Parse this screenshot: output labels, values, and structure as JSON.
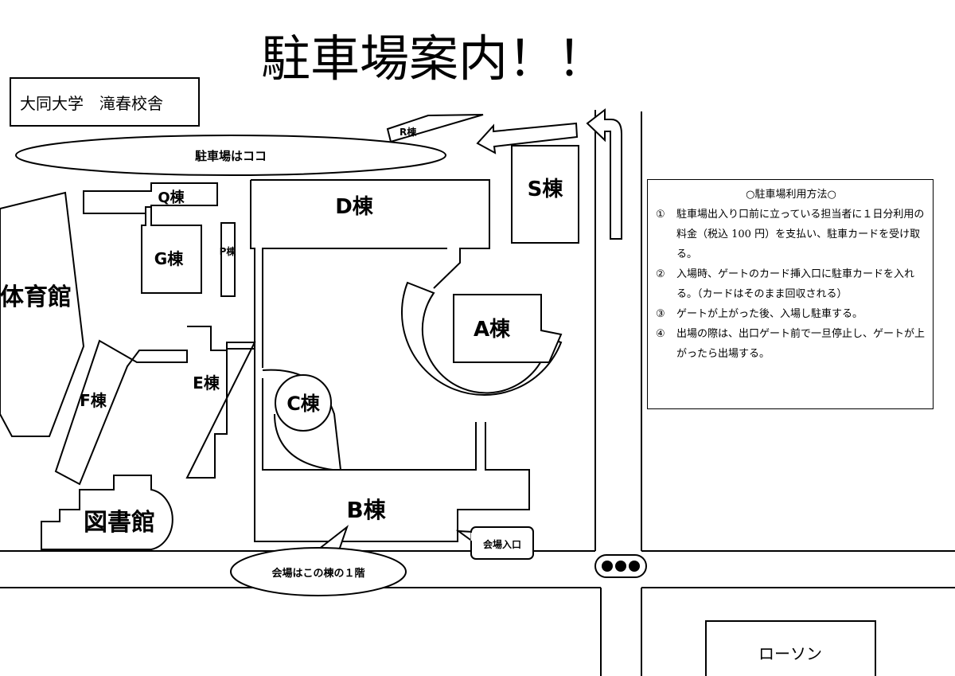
{
  "title": "駐車場案内！！",
  "school": "大同大学　滝春校舎",
  "parking_here": "駐車場はココ",
  "buildings": {
    "R": "R棟",
    "S": "S棟",
    "D": "D棟",
    "Q": "Q棟",
    "G": "G棟",
    "P": "P棟",
    "A": "A棟",
    "C": "C棟",
    "E": "E棟",
    "F": "F棟",
    "B": "B棟",
    "gym": "体育館",
    "library": "図書館",
    "lawson": "ローソン"
  },
  "callouts": {
    "venue": "会場はこの棟の１階",
    "entrance": "会場入口"
  },
  "info": {
    "title": "○駐車場利用方法○",
    "items": [
      {
        "num": "①",
        "text": "駐車場出入り口前に立っている担当者に１日分利用の料金（税込 100 円）を支払い、駐車カードを受け取る。"
      },
      {
        "num": "②",
        "text": "入場時、ゲートのカード挿入口に駐車カードを入れる。（カードはそのまま回収される）"
      },
      {
        "num": "③",
        "text": "ゲートが上がった後、入場し駐車する。"
      },
      {
        "num": "④",
        "text": "出場の際は、出口ゲート前で一旦停止し、ゲートが上がったら出場する。"
      }
    ]
  }
}
